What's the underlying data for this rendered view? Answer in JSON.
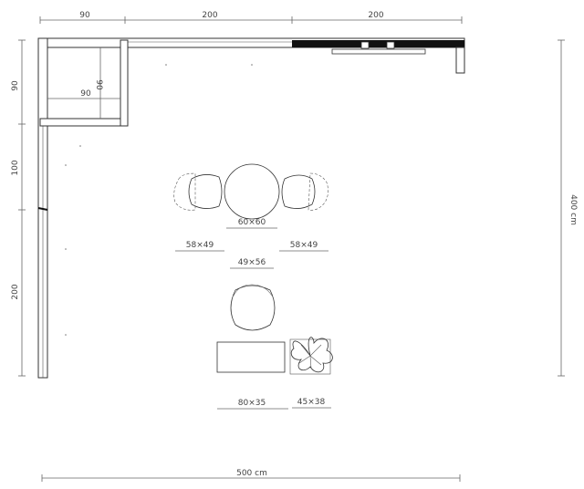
{
  "dimensions": {
    "top_segments": [
      "90",
      "200",
      "200"
    ],
    "left_segments": [
      "90",
      "100",
      "200"
    ],
    "total_width": "500 cm",
    "total_height": "400 cm",
    "nook_inner_w": "90",
    "nook_inner_h": "90"
  },
  "furniture": {
    "round_table": "60×60",
    "chair_left": "58×49",
    "chair_right": "58×49",
    "lounge_chair": "49×56",
    "bench": "80×35",
    "plant": "45×38"
  }
}
